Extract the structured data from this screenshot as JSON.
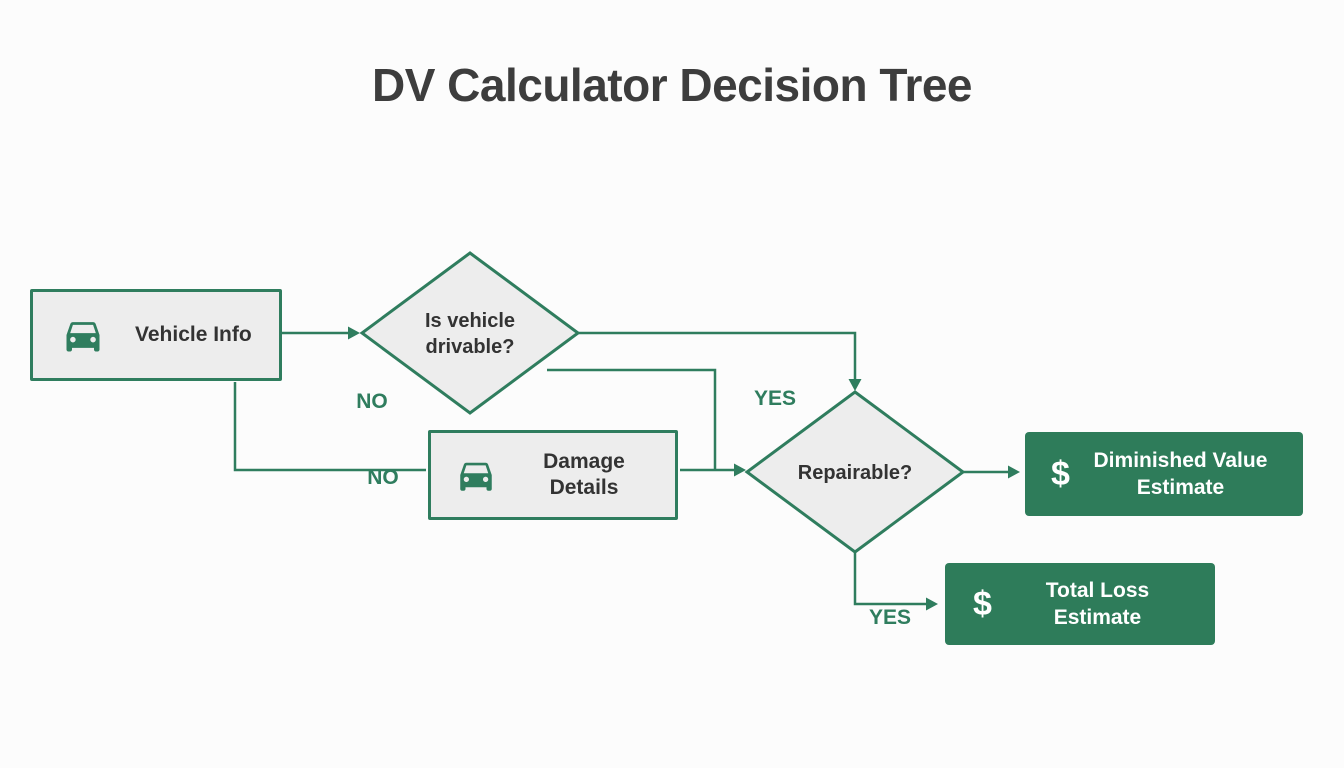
{
  "title": "DV Calculator Decision Tree",
  "nodes": {
    "vehicle_info": {
      "label": "Vehicle Info",
      "icon": "car-icon"
    },
    "drivable": {
      "label": "Is vehicle\ndrivable?"
    },
    "damage_details": {
      "label": "Damage\nDetails",
      "icon": "car-icon"
    },
    "repairable": {
      "label": "Repairable?"
    },
    "dv_estimate": {
      "label": "Diminished Value\nEstimate",
      "icon": "dollar-icon",
      "dollar_glyph": "$"
    },
    "total_loss": {
      "label": "Total Loss\nEstimate",
      "icon": "dollar-icon",
      "dollar_glyph": "$"
    }
  },
  "labels": {
    "no_drivable": "NO",
    "no_vehicle": "NO",
    "yes_drivable": "YES",
    "yes_repairable": "YES"
  },
  "colors": {
    "accent_green": "#2f7d5e",
    "node_fill": "#ededed",
    "estimate_fill": "#2e7c5a",
    "title_color": "#3d3d3d",
    "text_dark": "#333333"
  }
}
